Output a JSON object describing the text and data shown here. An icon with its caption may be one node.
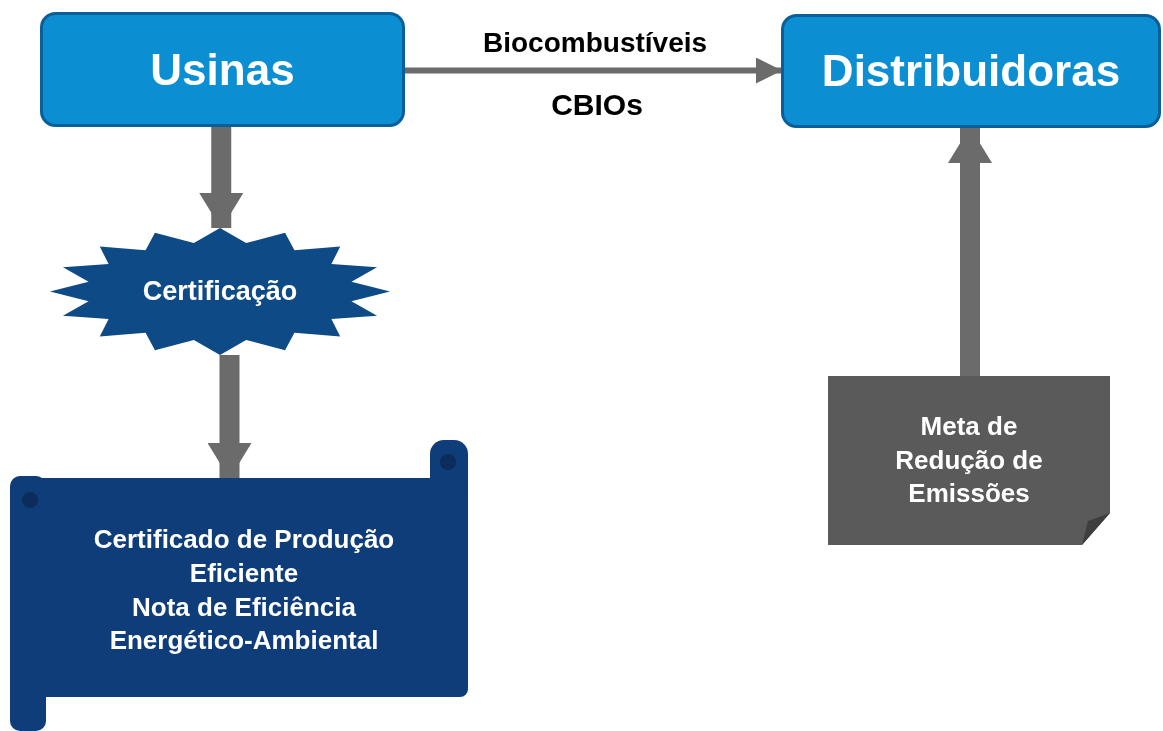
{
  "diagram": {
    "nodes": [
      {
        "text": [
          "Usinas"
        ]
      },
      {
        "text": [
          "Distribuidoras"
        ]
      },
      {
        "text": [
          "Certificação"
        ]
      },
      {
        "text": [
          "Certificado de Produção Eficiente",
          "Nota de Eficiência Energético-Ambiental"
        ]
      },
      {
        "text": [
          "Meta de Redução de Emissões"
        ]
      }
    ],
    "edges": [
      {
        "from": 0,
        "to": 1,
        "arrow": "to",
        "label": "Biocombustíveis"
      },
      {
        "from": 0,
        "to": 2,
        "arrow": "to"
      },
      {
        "from": 2,
        "to": 3,
        "arrow": "to"
      },
      {
        "from": 4,
        "to": 1,
        "arrow": "to"
      }
    ],
    "labels": [
      "CBIOs"
    ]
  }
}
